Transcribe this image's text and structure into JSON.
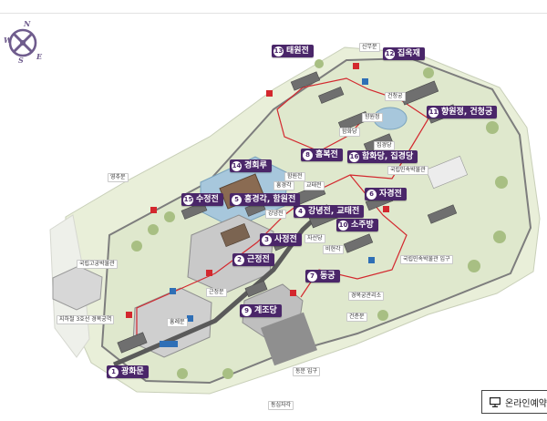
{
  "compass": {
    "n": "N",
    "e": "E",
    "s": "S",
    "w": "W"
  },
  "landmarks": [
    {
      "num": "1",
      "label": "광화문"
    },
    {
      "num": "2",
      "label": "근정전"
    },
    {
      "num": "3",
      "label": "사정전"
    },
    {
      "num": "4",
      "label": "강녕전, 교태전"
    },
    {
      "num": "5",
      "label": "흥경각, 함원전"
    },
    {
      "num": "6",
      "label": "자경전"
    },
    {
      "num": "7",
      "label": "동궁"
    },
    {
      "num": "8",
      "label": "흠복전"
    },
    {
      "num": "9",
      "label": "계조당"
    },
    {
      "num": "10",
      "label": "소주방"
    },
    {
      "num": "11",
      "label": "향원정, 건청궁"
    },
    {
      "num": "12",
      "label": "집옥재"
    },
    {
      "num": "13",
      "label": "태원전"
    },
    {
      "num": "14",
      "label": "경회루"
    },
    {
      "num": "15",
      "label": "수정전"
    },
    {
      "num": "16",
      "label": "함화당, 집경당"
    }
  ],
  "small_labels": {
    "sinmumun": "신무문",
    "geoncheonggung": "건청궁",
    "hyangwonjeong": "향원정",
    "hamhwadang": "함화당",
    "jipgyeongdang": "집경당",
    "folk_museum": "국립민속박물관",
    "yeongchumun": "영추문",
    "hamwonjeon": "함원전",
    "heumgyeonggak": "흥경각",
    "gyotaejeon": "교태전",
    "gangnyeongjeon": "강녕전",
    "jaseondang": "자선당",
    "bihyeongak": "비현각",
    "folk_museum_entrance": "국립민속박물관 입구",
    "palace_museum": "국립고궁박물관",
    "geunjeongmun": "근정문",
    "heungnyemun": "흥례문",
    "subway": "지하철 3호선 경복궁역",
    "gyeongbokgung_office": "경복궁관리소",
    "geonchunmun": "건춘문",
    "east_gate_entrance": "동문 입구",
    "dongsipjagak": "동십자각"
  },
  "online": {
    "label": "온라인예약"
  }
}
